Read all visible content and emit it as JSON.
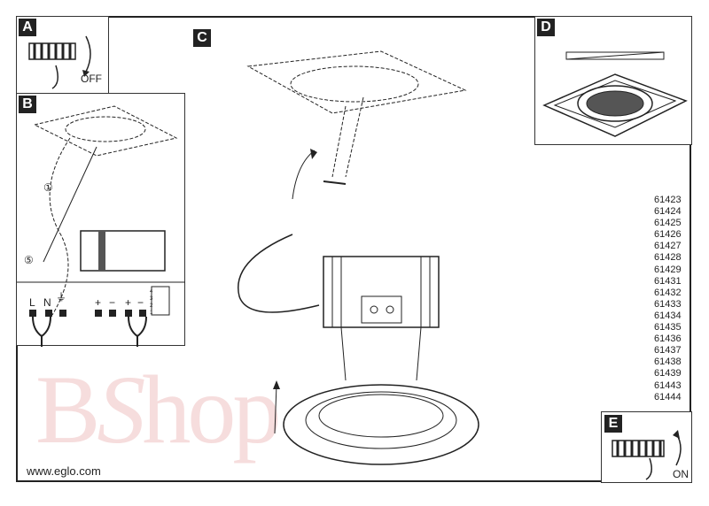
{
  "panels": {
    "a": {
      "label": "A",
      "switch_text": "OFF"
    },
    "b": {
      "label": "B",
      "step_1": "①",
      "step_5": "⑤",
      "terminals_mains": [
        "L",
        "N",
        "⏚"
      ],
      "terminals_dc": [
        "+",
        "−",
        "+",
        "−"
      ],
      "dip": [
        "4",
        "3",
        "2",
        "1"
      ]
    },
    "c": {
      "label": "C"
    },
    "d": {
      "label": "D"
    },
    "e": {
      "label": "E",
      "switch_text": "ON"
    }
  },
  "article_numbers": [
    "61423",
    "61424",
    "61425",
    "61426",
    "61427",
    "61428",
    "61429",
    "61431",
    "61432",
    "61433",
    "61434",
    "61435",
    "61436",
    "61437",
    "61438",
    "61439",
    "61443",
    "61444"
  ],
  "website": "www.eglo.com",
  "watermark": "BShop"
}
